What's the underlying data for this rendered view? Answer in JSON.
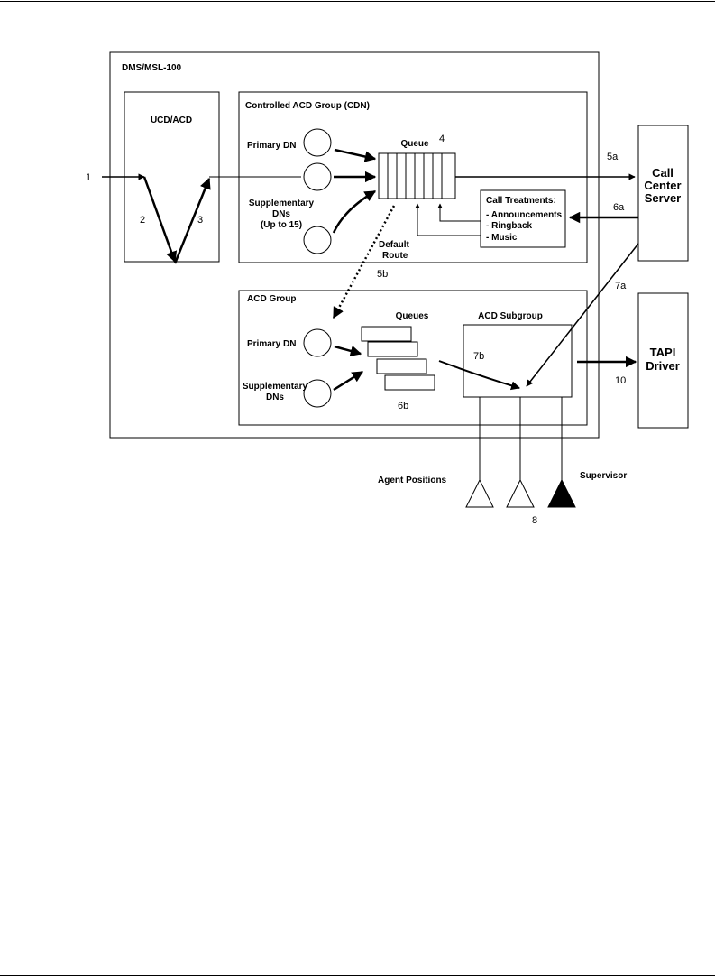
{
  "labels": {
    "dms": "DMS/MSL-100",
    "ucd": "UCD/ACD",
    "cdn_title": "Controlled ACD Group (CDN)",
    "cdn_primary_dn": "Primary DN",
    "cdn_supp_1": "Supplementary",
    "cdn_supp_2": "DNs",
    "cdn_supp_3": "(Up to 15)",
    "queue": "Queue",
    "call_treatments": "Call Treatments:",
    "ct_announcements": "- Announcements",
    "ct_ringback": "- Ringback",
    "ct_music": "- Music",
    "default_route_1": "Default",
    "default_route_2": "Route",
    "acd_group": "ACD Group",
    "acd_primary_dn": "Primary DN",
    "acd_supp_1": "Supplementary",
    "acd_supp_2": "DNs",
    "queues": "Queues",
    "acd_subgroup": "ACD Subgroup",
    "ccs_1": "Call",
    "ccs_2": "Center",
    "ccs_3": "Server",
    "tapi_1": "TAPI",
    "tapi_2": "Driver",
    "agent_positions": "Agent Positions",
    "supervisor": "Supervisor"
  },
  "steps": {
    "s1": "1",
    "s2": "2",
    "s3": "3",
    "s4": "4",
    "s5a": "5a",
    "s5b": "5b",
    "s6a": "6a",
    "s6b": "6b",
    "s7a": "7a",
    "s7b": "7b",
    "s8": "8",
    "s10": "10"
  }
}
